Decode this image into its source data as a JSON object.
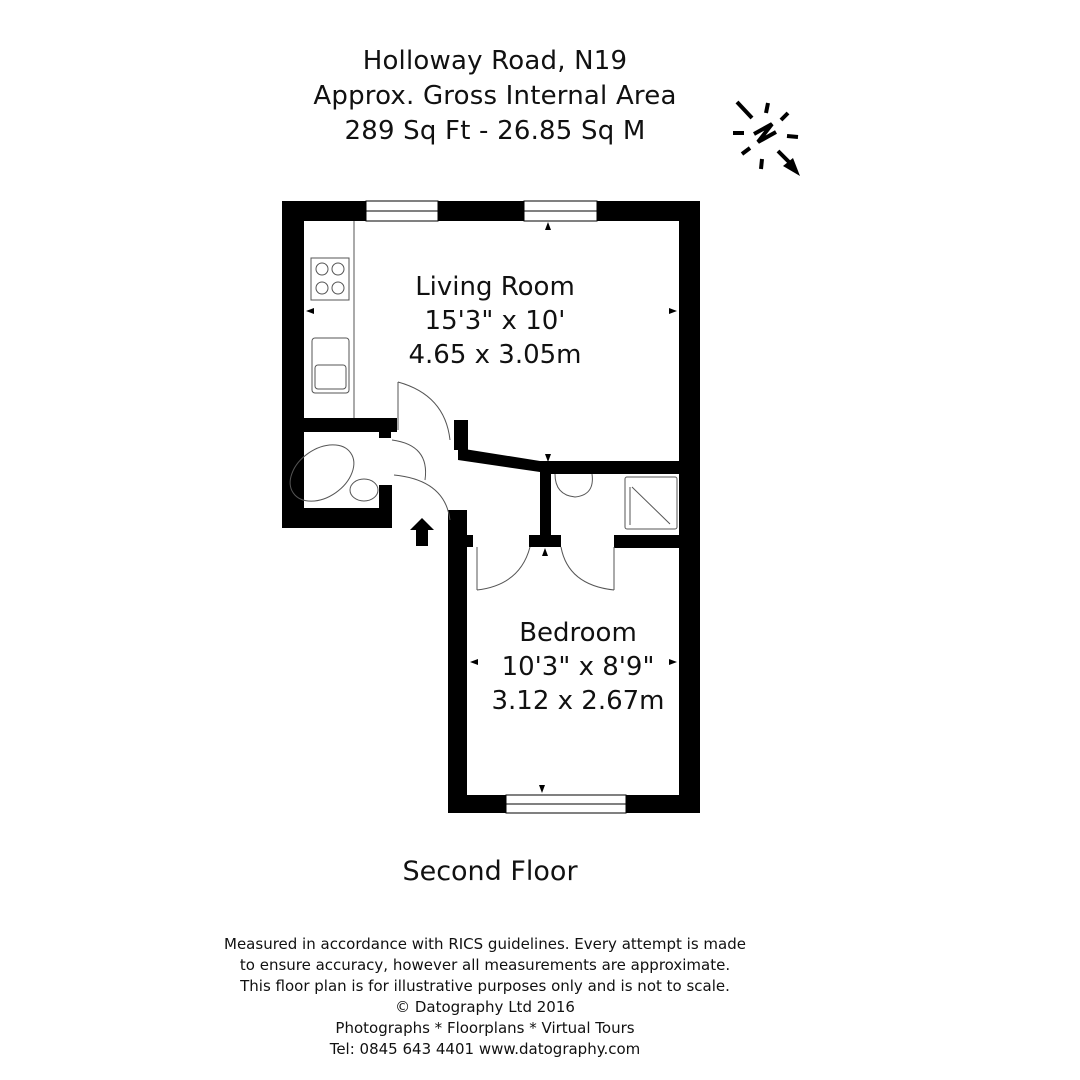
{
  "header": {
    "address": "Holloway Road, N19",
    "area_title": "Approx. Gross Internal Area",
    "area_value": "289 Sq Ft  -  26.85 Sq M"
  },
  "compass": {
    "icon": "north-arrow-icon",
    "letter": "N"
  },
  "rooms": [
    {
      "name": "Living Room",
      "imperial": "15'3\" x 10'",
      "metric": "4.65 x 3.05m"
    },
    {
      "name": "Bedroom",
      "imperial": "10'3\" x 8'9\"",
      "metric": "3.12 x 2.67m"
    }
  ],
  "floor": {
    "label": "Second Floor"
  },
  "disclaimer": {
    "lines": [
      "Measured in accordance with RICS guidelines. Every attempt is made",
      "to ensure accuracy, however all measurements are approximate.",
      "This floor plan is for illustrative purposes only and is not to scale.",
      "© Datography Ltd 2016",
      "Photographs * Floorplans * Virtual Tours",
      "Tel: 0845 643 4401 www.datography.com"
    ]
  },
  "colors": {
    "wall": "#000000",
    "background": "#ffffff"
  }
}
